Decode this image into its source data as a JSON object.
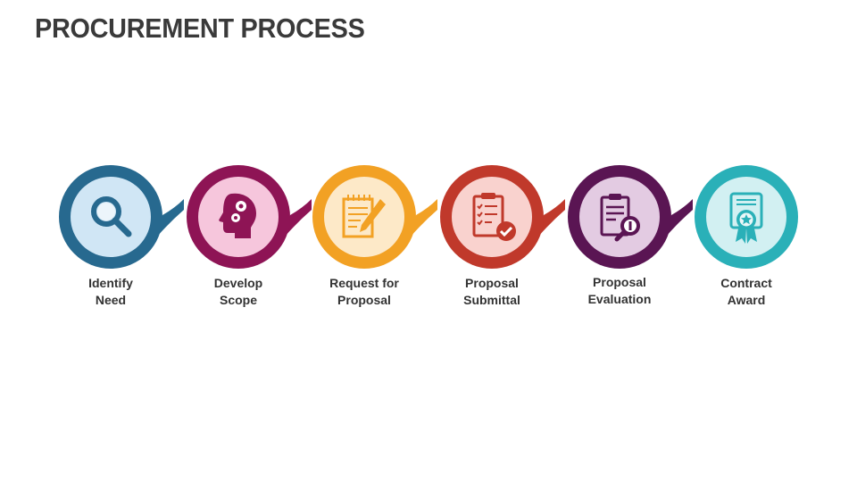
{
  "title": "PROCUREMENT PROCESS",
  "steps": [
    {
      "line1": "Identify",
      "line2": "Need",
      "color": "#27698f",
      "fill": "#d0e6f5",
      "icon": "magnifier-icon"
    },
    {
      "line1": "Develop",
      "line2": "Scope",
      "color": "#8e1455",
      "fill": "#f6c6dc",
      "icon": "head-gears-icon"
    },
    {
      "line1": "Request for",
      "line2": "Proposal",
      "color": "#f2a124",
      "fill": "#fde9c8",
      "icon": "pen-document-icon"
    },
    {
      "line1": "Proposal",
      "line2": "Submittal",
      "color": "#c0392b",
      "fill": "#f9d2ce",
      "icon": "checklist-icon"
    },
    {
      "line1": "Proposal",
      "line2": "Evaluation",
      "color": "#5a1553",
      "fill": "#e3cbe2",
      "icon": "clipboard-search-icon"
    },
    {
      "line1": "Contract",
      "line2": "Award",
      "color": "#2ab0b8",
      "fill": "#d2f0f2",
      "icon": "certificate-icon"
    }
  ]
}
